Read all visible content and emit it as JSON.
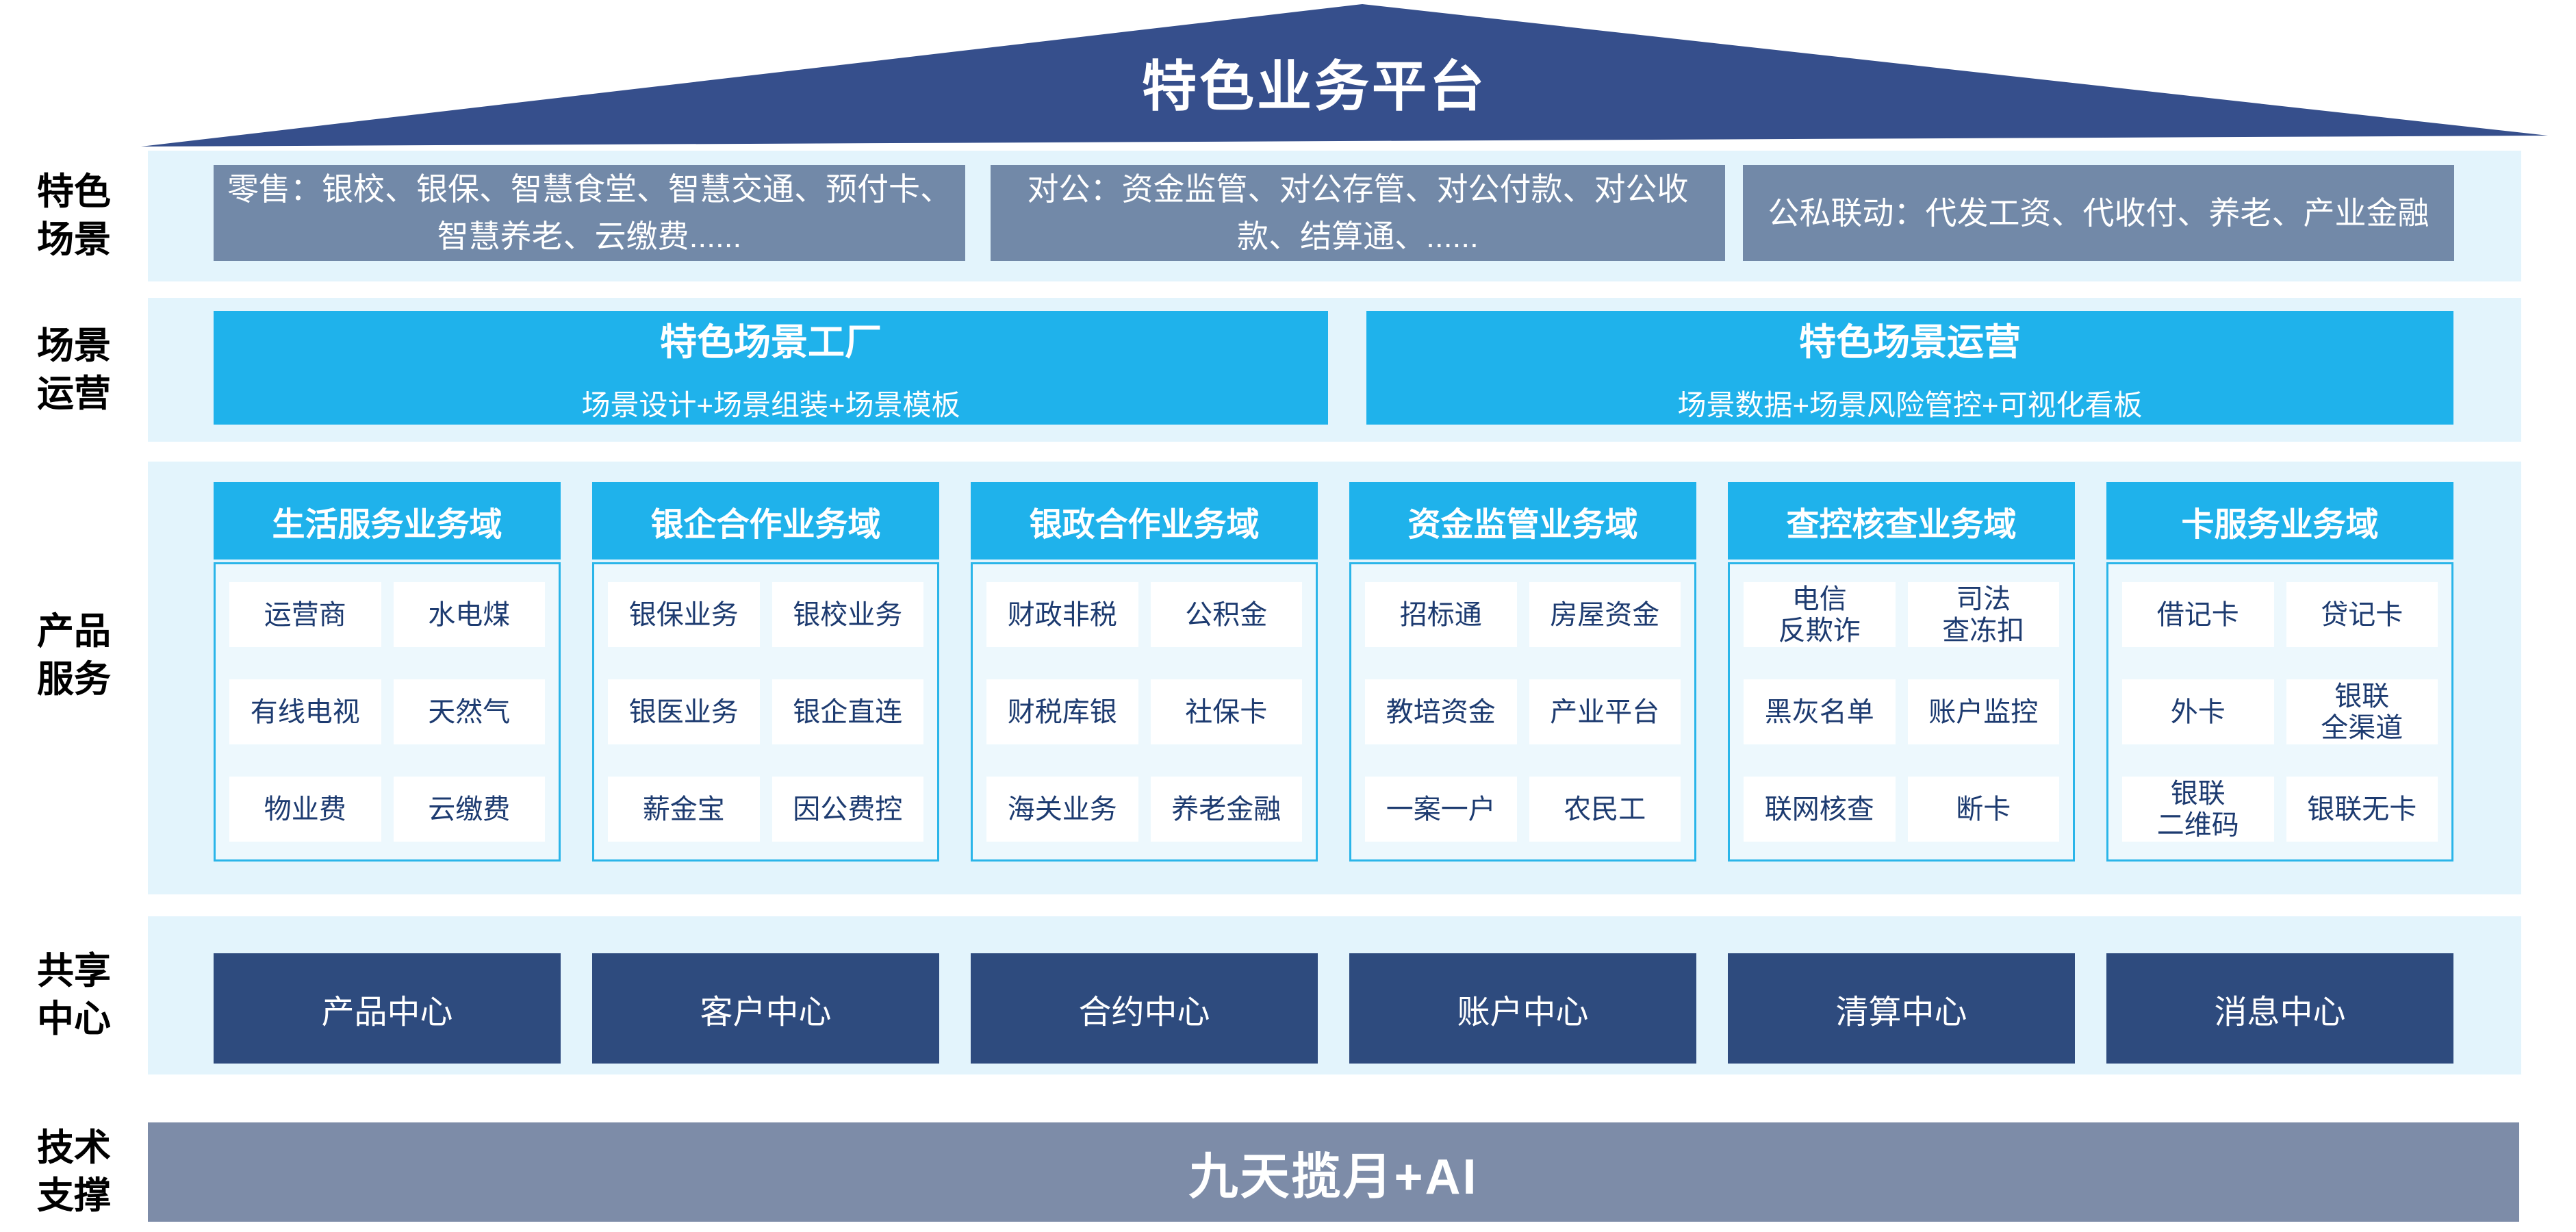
{
  "title": "特色业务平台",
  "rows": {
    "scenes": {
      "label": "特色\n场景",
      "boxes": [
        "零售：银校、银保、智慧食堂、智慧交通、预付卡、智慧养老、云缴费......",
        "对公：资金监管、对公存管、对公付款、对公收款、结算通、......",
        "公私联动：代发工资、代收付、养老、产业金融"
      ]
    },
    "operation": {
      "label": "场景\n运营",
      "boxes": [
        {
          "title": "特色场景工厂",
          "subtitle": "场景设计+场景组装+场景模板"
        },
        {
          "title": "特色场景运营",
          "subtitle": "场景数据+场景风险管控+可视化看板"
        }
      ]
    },
    "products": {
      "label": "产品\n服务",
      "columns": [
        {
          "header": "生活服务业务域",
          "cells": [
            "运营商",
            "水电煤",
            "有线电视",
            "天然气",
            "物业费",
            "云缴费"
          ]
        },
        {
          "header": "银企合作业务域",
          "cells": [
            "银保业务",
            "银校业务",
            "银医业务",
            "银企直连",
            "薪金宝",
            "因公费控"
          ]
        },
        {
          "header": "银政合作业务域",
          "cells": [
            "财政非税",
            "公积金",
            "财税库银",
            "社保卡",
            "海关业务",
            "养老金融"
          ]
        },
        {
          "header": "资金监管业务域",
          "cells": [
            "招标通",
            "房屋资金",
            "教培资金",
            "产业平台",
            "一案一户",
            "农民工"
          ]
        },
        {
          "header": "查控核查业务域",
          "cells": [
            "电信\n反欺诈",
            "司法\n查冻扣",
            "黑灰名单",
            "账户监控",
            "联网核查",
            "断卡"
          ]
        },
        {
          "header": "卡服务业务域",
          "cells": [
            "借记卡",
            "贷记卡",
            "外卡",
            "银联\n全渠道",
            "银联\n二维码",
            "银联无卡"
          ]
        }
      ]
    },
    "shared": {
      "label": "共享\n中心",
      "centers": [
        "产品中心",
        "客户中心",
        "合约中心",
        "账户中心",
        "清算中心",
        "消息中心"
      ]
    },
    "tech": {
      "label": "技术\n支撑",
      "content": "九天揽月+AI"
    }
  },
  "colors": {
    "roof_navy": "#364F8C",
    "scene_gray": "#7289A8",
    "accent_cyan": "#1FB2EB",
    "band_light_blue": "#E3F4FC",
    "column_body_bg": "#EDF8FD",
    "center_navy": "#2E4B7E",
    "tech_gray": "#7D8CA8",
    "cell_text_navy": "#1D3B70"
  }
}
